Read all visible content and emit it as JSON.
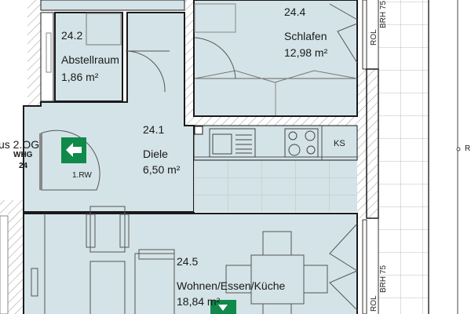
{
  "colors": {
    "room_fill": "#d4e3e7",
    "wall": "#1a1a1a",
    "exit_sign": "#0f8a4a"
  },
  "rooms": [
    {
      "number": "24.2",
      "name": "Abstellraum",
      "area": "1,86 m²"
    },
    {
      "number": "24.4",
      "name": "Schlafen",
      "area": "12,98 m²"
    },
    {
      "number": "24.1",
      "name": "Diele",
      "area": "6,50 m²"
    },
    {
      "number": "24.5",
      "name": "Wohnen/Essen/Küche",
      "area": "18,84 m²"
    }
  ],
  "labels": {
    "stair_text": "us 2.OG",
    "apartment_label": "WHG",
    "apartment_number": "24",
    "exit_route": "1.RW",
    "fridge": "KS",
    "parapet_top": "BRH 75",
    "shutter_top": "ROL",
    "parapet_bottom": "BRH 75",
    "shutter_bottom": "ROL",
    "edge_label": "R"
  },
  "icons": [
    "exit-arrow-left-icon",
    "exit-arrow-down-icon",
    "sink-icon",
    "stove-icon"
  ]
}
